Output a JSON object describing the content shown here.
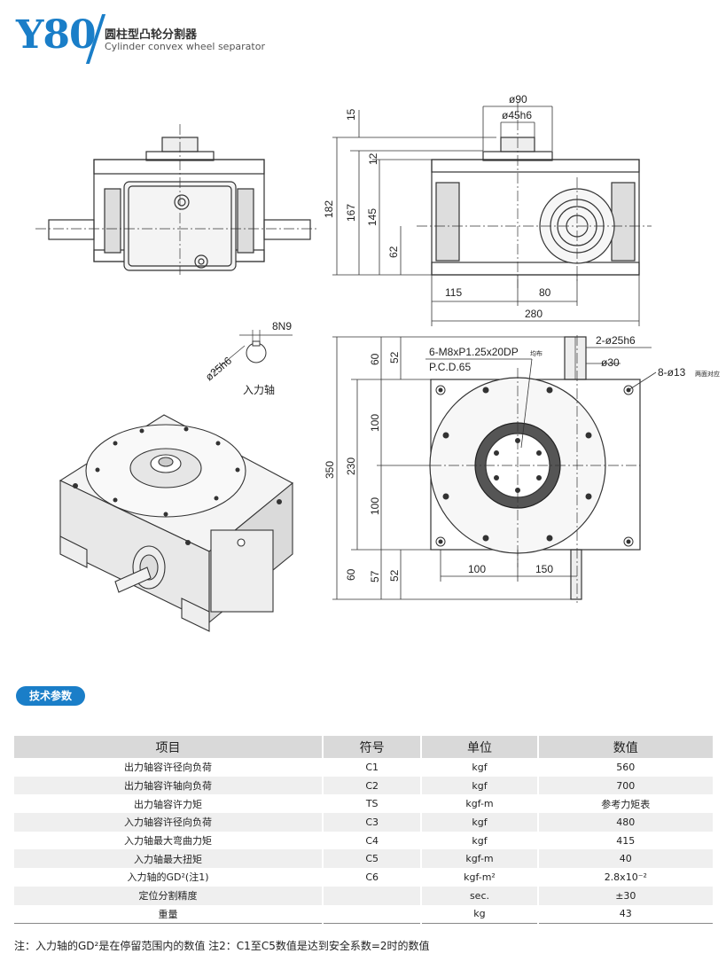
{
  "header": {
    "model": "Y80",
    "title_cn": "圆柱型凸轮分割器",
    "title_en": "Cylinder convex wheel separator"
  },
  "drawing_labels": {
    "d90": "ø90",
    "d45h6": "ø45h6",
    "h15": "15",
    "h12": "12",
    "h182": "182",
    "h167": "167",
    "h145": "145",
    "h62": "62",
    "w115": "115",
    "w80": "80",
    "w280": "280",
    "key8n9": "8N9",
    "shaft25h6": "ø25h6",
    "input_shaft": "入力轴",
    "bolt_spec": "6-M8xP1.25x20DP",
    "bolt_even": "均布",
    "pcd": "P.C.D.65",
    "two25h6": "2-ø25h6",
    "d30": "ø30",
    "eight13": "8-ø13",
    "through_both": "两面对应",
    "v60a": "60",
    "v52a": "52",
    "v350": "350",
    "v230": "230",
    "v100a": "100",
    "v100b": "100",
    "v60b": "60",
    "v57": "57",
    "v52b": "52",
    "w100": "100",
    "w150": "150"
  },
  "section_badge": "技术参数",
  "table": {
    "headers": [
      "项目",
      "符号",
      "单位",
      "数值"
    ],
    "rows": [
      {
        "item": "出力轴容许径向负荷",
        "symbol": "C1",
        "unit": "kgf",
        "value": "560"
      },
      {
        "item": "出力轴容许轴向负荷",
        "symbol": "C2",
        "unit": "kgf",
        "value": "700"
      },
      {
        "item": "出力轴容许力矩",
        "symbol": "TS",
        "unit": "kgf-m",
        "value": "参考力矩表"
      },
      {
        "item": "入力轴容许径向负荷",
        "symbol": "C3",
        "unit": "kgf",
        "value": "480"
      },
      {
        "item": "入力轴最大弯曲力矩",
        "symbol": "C4",
        "unit": "kgf",
        "value": "415"
      },
      {
        "item": "入力轴最大扭矩",
        "symbol": "C5",
        "unit": "kgf-m",
        "value": "40"
      },
      {
        "item": "入力轴的GD²(注1)",
        "symbol": "C6",
        "unit": "kgf-m²",
        "value": "2.8x10⁻²"
      },
      {
        "item": "定位分割精度",
        "symbol": "",
        "unit": "sec.",
        "value": "±30"
      },
      {
        "item": "重量",
        "symbol": "",
        "unit": "kg",
        "value": "43"
      }
    ]
  },
  "note": "注：入力轴的GD²是在停留范围内的数值    注2：C1至C5数值是达到安全系数=2时的数值"
}
